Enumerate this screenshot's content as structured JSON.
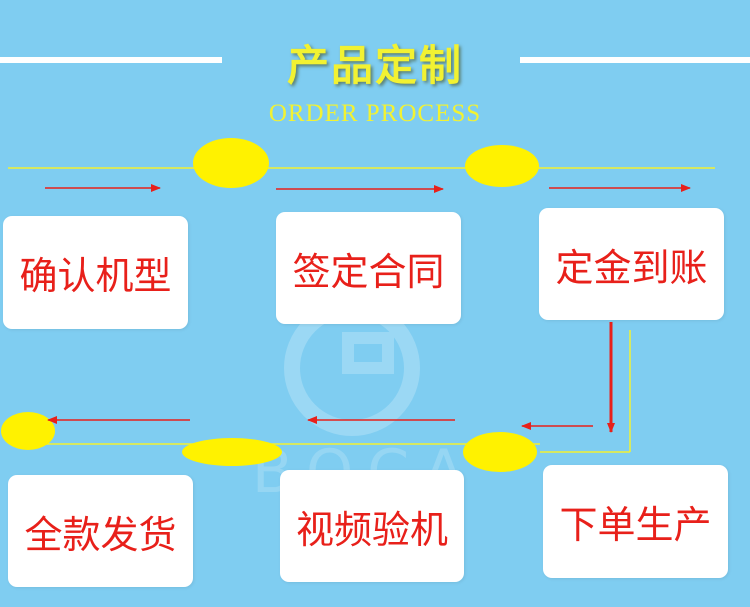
{
  "header": {
    "title": "产品定制",
    "subtitle": "ORDER PROCESS"
  },
  "steps": [
    {
      "label": "确认机型"
    },
    {
      "label": "签定合同"
    },
    {
      "label": "定金到账"
    },
    {
      "label": "下单生产"
    },
    {
      "label": "视频验机"
    },
    {
      "label": "全款发货"
    }
  ],
  "watermark": {
    "text": "BOCA"
  },
  "colors": {
    "background": "#7fcdf1",
    "accent_yellow": "#f2f232",
    "arrow_red": "#e8201a",
    "card": "#ffffff"
  }
}
